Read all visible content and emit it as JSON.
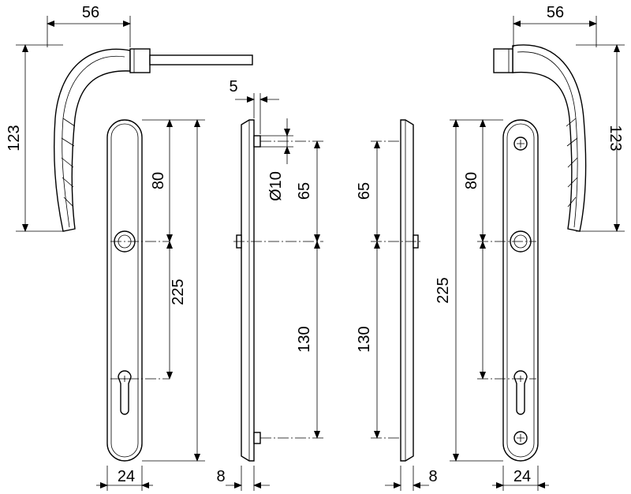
{
  "dimensions": {
    "handle_width_left": "56",
    "handle_width_right": "56",
    "handle_height_left": "123",
    "handle_height_right": "123",
    "plate_thickness_offset": "5",
    "pin_diameter": "Ø10",
    "spacing_80_left": "80",
    "spacing_80_right": "80",
    "spacing_225_left": "225",
    "spacing_225_right": "225",
    "spacing_65_left": "65",
    "spacing_65_right": "65",
    "spacing_130_left": "130",
    "spacing_130_right": "130",
    "plate_width_left": "24",
    "plate_width_right": "24",
    "plate_depth_left": "8",
    "plate_depth_right": "8"
  }
}
